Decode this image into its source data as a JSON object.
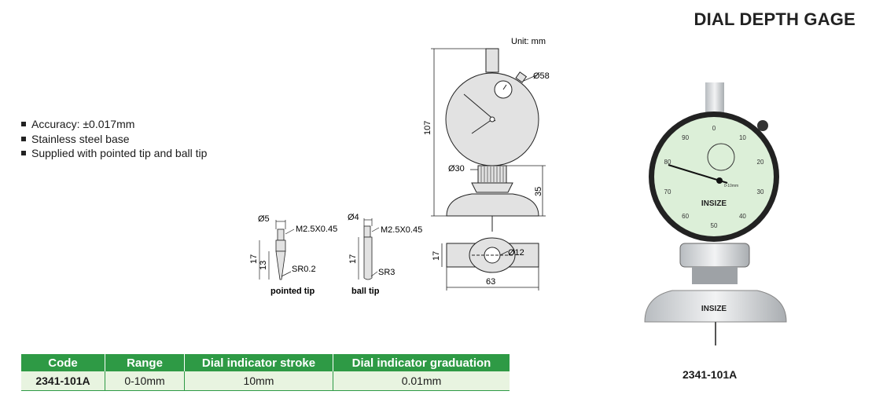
{
  "title": "DIAL DEPTH GAGE",
  "features": [
    "Accuracy: ±0.017mm",
    "Stainless steel base",
    "Supplied with pointed tip and ball tip"
  ],
  "drawing": {
    "unit": "Unit: mm",
    "dim_dial_diameter": "Ø58",
    "dim_height": "107",
    "dim_collar": "Ø30",
    "dim_lower": "35",
    "dim_base_height": "17",
    "dim_hole": "Ø12",
    "dim_base_length": "63",
    "pointed_tip": {
      "diameter": "Ø5",
      "thread": "M2.5X0.45",
      "length": "17",
      "tip_length": "13",
      "radius": "SR0.2",
      "label": "pointed tip"
    },
    "ball_tip": {
      "diameter": "Ø4",
      "thread": "M2.5X0.45",
      "length": "17",
      "radius": "SR3",
      "label": "ball tip"
    }
  },
  "photo": {
    "brand": "INSIZE",
    "dial_numbers": [
      "0",
      "10",
      "20",
      "30",
      "40",
      "50",
      "60",
      "70",
      "80",
      "90"
    ],
    "dial_small_text": "0-10mm",
    "code": "2341-101A"
  },
  "table": {
    "headers": [
      "Code",
      "Range",
      "Dial indicator stroke",
      "Dial indicator graduation"
    ],
    "rows": [
      [
        "2341-101A",
        "0-10mm",
        "10mm",
        "0.01mm"
      ]
    ]
  },
  "colors": {
    "header_green": "#2e9a45",
    "row_bg": "#e8f4e0",
    "dial_face": "#dcefd8"
  }
}
